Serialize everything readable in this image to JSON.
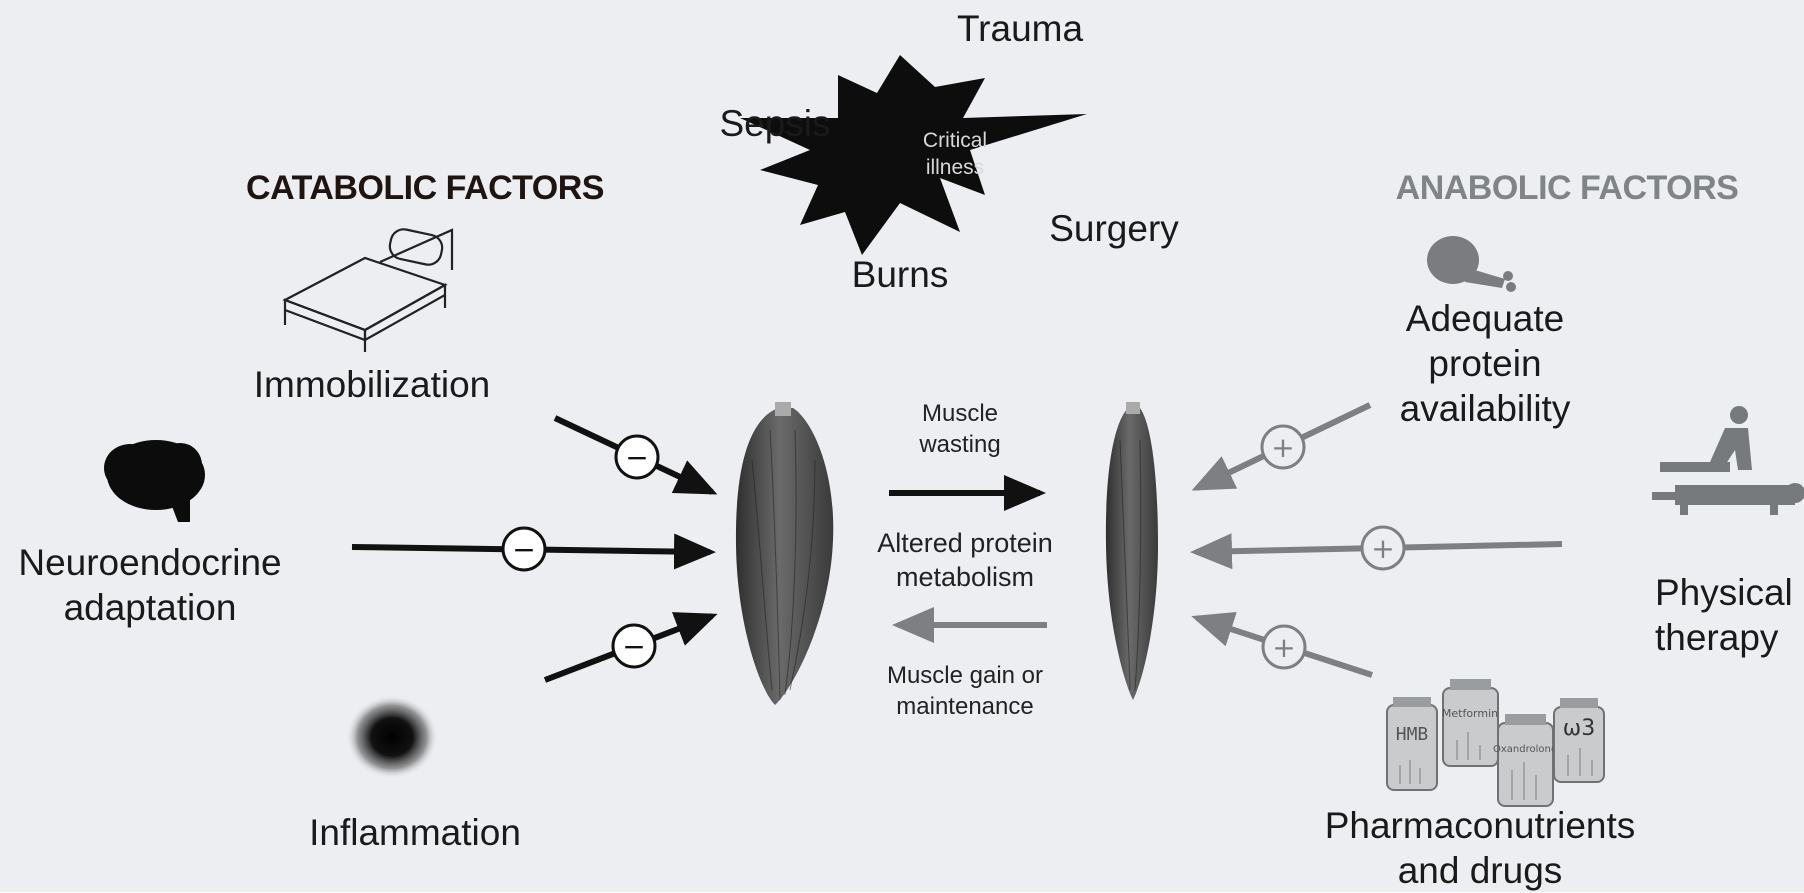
{
  "headings": {
    "catabolic": "CATABOLIC FACTORS",
    "anabolic": "ANABOLIC FACTORS"
  },
  "critical_illness": {
    "center": "Critical\nillness",
    "trauma": "Trauma",
    "sepsis": "Sepsis",
    "surgery": "Surgery",
    "burns": "Burns"
  },
  "catabolic": {
    "immobilization": "Immobilization",
    "neuroendocrine": "Neuroendocrine\nadaptation",
    "inflammation": "Inflammation"
  },
  "anabolic": {
    "protein": "Adequate\nprotein\navailability",
    "therapy": "Physical\ntherapy",
    "pharma": "Pharmaconutrients\nand drugs"
  },
  "middle": {
    "wasting": "Muscle\nwasting",
    "altered": "Altered protein\nmetabolism",
    "gain": "Muscle gain or\nmaintenance"
  },
  "jar_labels": [
    "HMB",
    "Metformin",
    "Oxandrolone",
    "ω3"
  ],
  "signs": {
    "minus": "−",
    "plus": "+"
  },
  "colors": {
    "background": "#eceef1",
    "catabolic_arrow": "#111111",
    "anabolic_arrow": "#7d7f82",
    "muscle": "#4a4a4a",
    "icon_gray": "#777a7d"
  },
  "icons": [
    "bed-icon",
    "brain-icon",
    "inflammation-blur-icon",
    "critical-illness-star-icon",
    "chicken-leg-icon",
    "physical-therapy-icon",
    "supplement-jars-icon",
    "muscle-icon"
  ]
}
